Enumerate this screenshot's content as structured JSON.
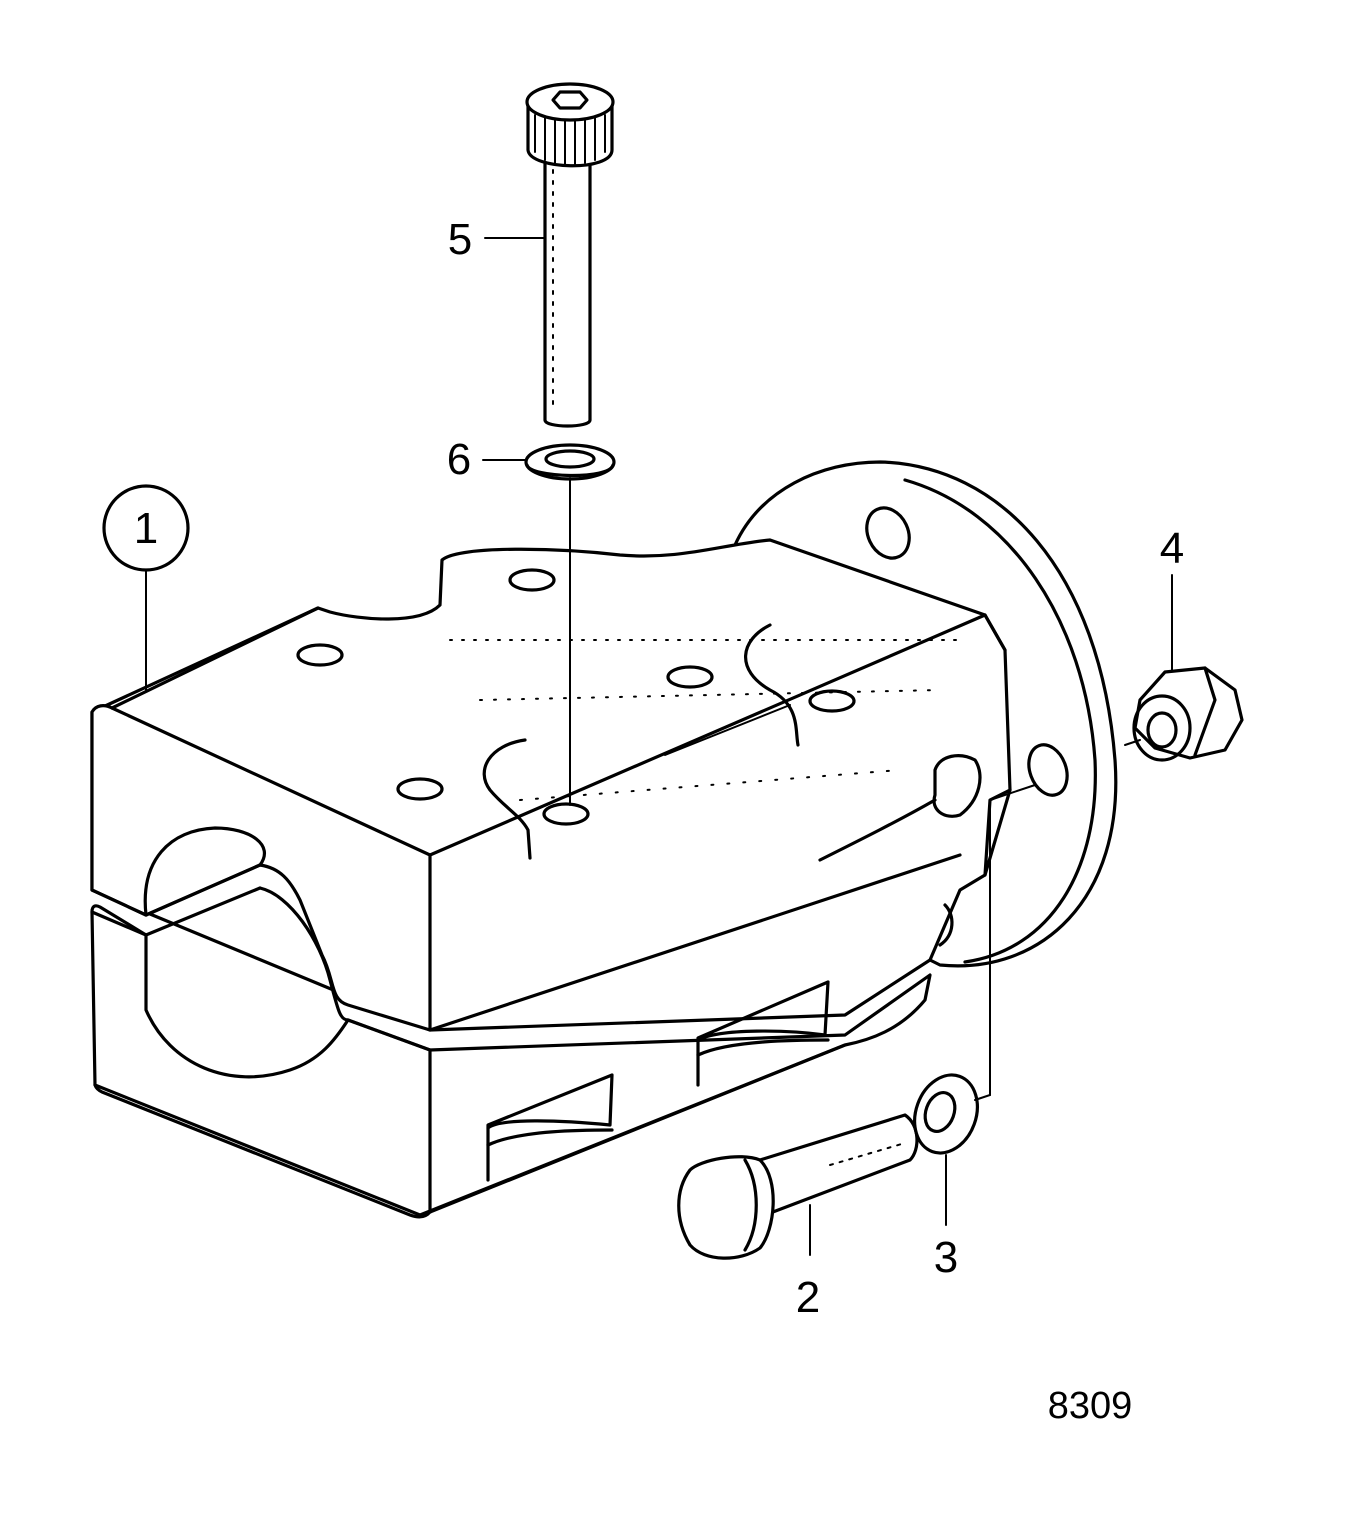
{
  "diagram": {
    "callouts": [
      {
        "id": "1",
        "label": "1",
        "circled": true
      },
      {
        "id": "2",
        "label": "2",
        "circled": false
      },
      {
        "id": "3",
        "label": "3",
        "circled": false
      },
      {
        "id": "4",
        "label": "4",
        "circled": false
      },
      {
        "id": "5",
        "label": "5",
        "circled": false
      },
      {
        "id": "6",
        "label": "6",
        "circled": false
      }
    ],
    "reference_number": "8309"
  },
  "colors": {
    "line": "#000000",
    "background": "#ffffff"
  }
}
